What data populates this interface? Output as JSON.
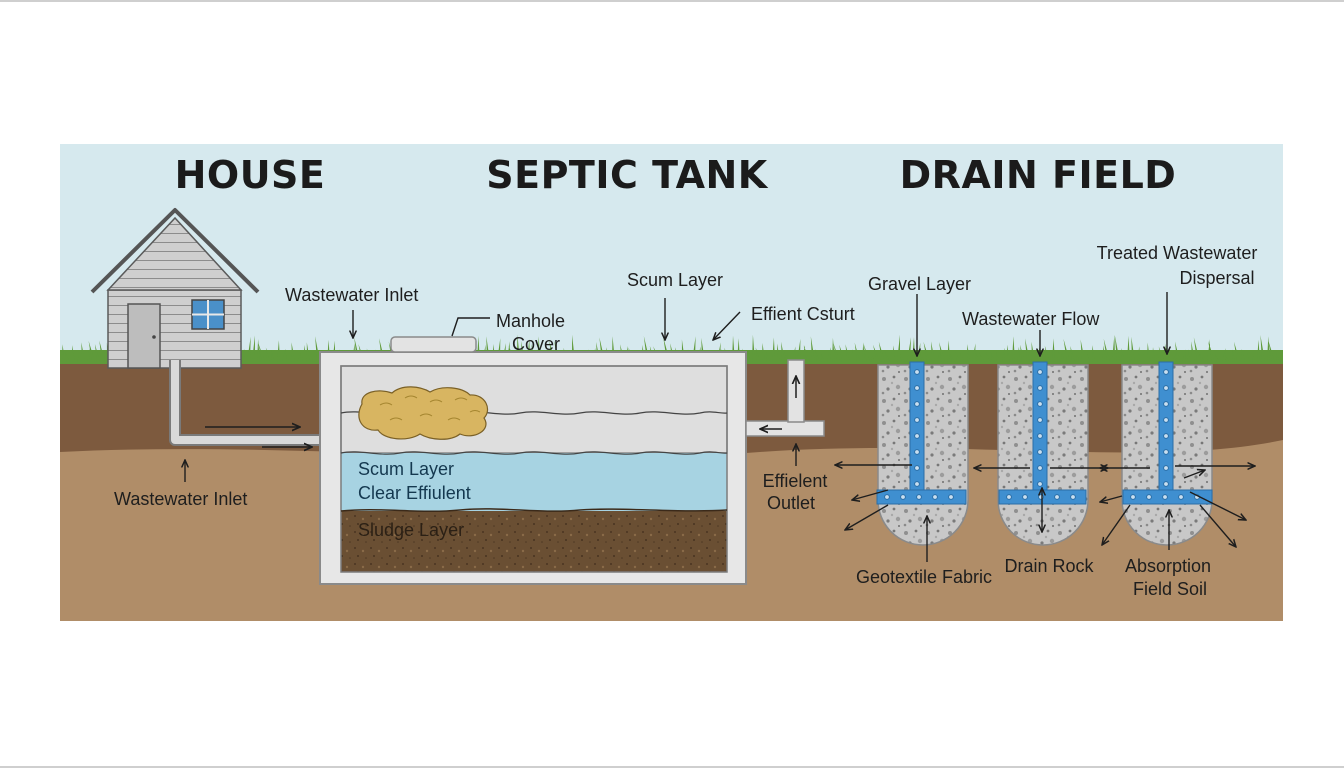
{
  "sections": {
    "house": "HOUSE",
    "septic_tank": "SEPTIC TANK",
    "drain_field": "DRAIN FIELD"
  },
  "labels": {
    "wastewater_inlet_top": "Wastewater Inlet",
    "wastewater_inlet_bottom": "Wastewater Inlet",
    "manhole_cover_line1": "Manhole",
    "manhole_cover_line2": "Cover",
    "scum_layer_top": "Scum Layer",
    "effient_csturt": "Effient Csturt",
    "scum_layer_tank": "Scum Layer",
    "clear_effluent": "Clear Effiulent",
    "sludge_layer": "Sludge Layer",
    "effluent_outlet_line1": "Effielent",
    "effluent_outlet_line2": "Outlet",
    "gravel_layer": "Gravel Layer",
    "wastewater_flow": "Wastewater Flow",
    "treated_line1": "Treated Wastewater",
    "treated_line2": "Dispersal",
    "geotextile_fabric": "Geotextile Fabric",
    "drain_rock": "Drain Rock",
    "absorption_line1": "Absorption",
    "absorption_line2": "Field Soil"
  },
  "colors": {
    "sky": "#d6e9ee",
    "grass": "#5f9a3a",
    "topsoil": "#7d5a3e",
    "subsoil": "#b08d68",
    "tank_wall": "#e7e7e7",
    "scum": "#d8b561",
    "clear_effluent": "#a7d3e2",
    "sludge": "#6c5134",
    "gravel": "#c6c6c6",
    "pipe_blue": "#3f8fd0"
  }
}
